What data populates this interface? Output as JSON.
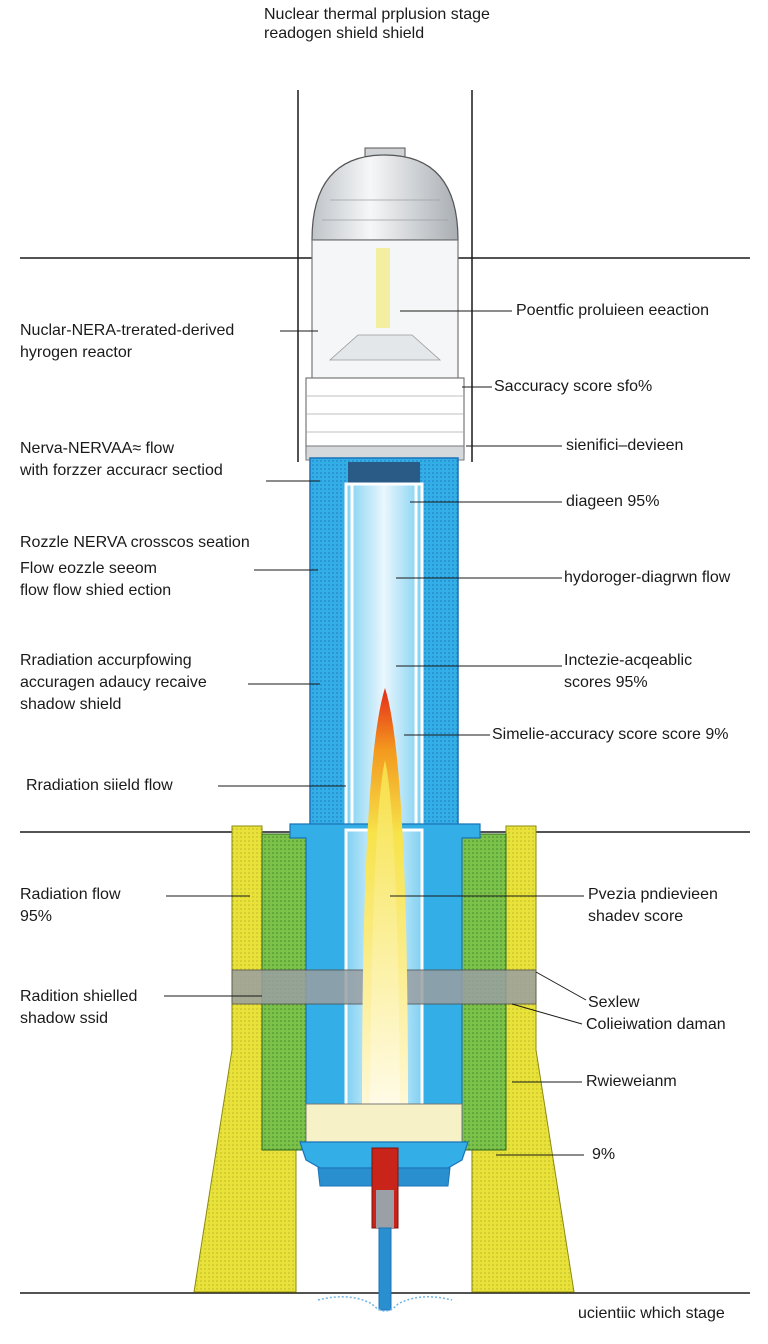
{
  "title": {
    "line1": "Nuclear thermal prplusion stage",
    "line2": "readogen shield shield"
  },
  "left_labels": [
    {
      "id": "l1",
      "lines": [
        "Nuclar-NERA-trerated-derived",
        "hyrogen reactor"
      ]
    },
    {
      "id": "l2",
      "lines": [
        "Nerva-NERVAA≈ flow",
        "with forzzer accuracr sectiod"
      ]
    },
    {
      "id": "l3",
      "lines": [
        "Rozzle NERVA crosscos seation",
        "Flow eozzle seeom",
        "flow flow shied ection"
      ]
    },
    {
      "id": "l4",
      "lines": [
        "Rradiation accurpfowing",
        "accuragen adaucy recaive",
        "shadow shield"
      ]
    },
    {
      "id": "l5",
      "lines": [
        "Rradiation siield flow"
      ]
    },
    {
      "id": "l6",
      "lines": [
        "Radiation flow",
        "95%"
      ]
    },
    {
      "id": "l7",
      "lines": [
        "Radition shielled",
        "shadow ssid"
      ]
    }
  ],
  "right_labels": [
    {
      "id": "r1",
      "lines": [
        "Poentfic proluieen eeaction"
      ]
    },
    {
      "id": "r2",
      "lines": [
        "Saccuracy score sfo%"
      ]
    },
    {
      "id": "r3",
      "lines": [
        "sienifici–devieen"
      ]
    },
    {
      "id": "r4",
      "lines": [
        "diageen 95%"
      ]
    },
    {
      "id": "r5",
      "lines": [
        "hydoroger-diagrwn flow"
      ]
    },
    {
      "id": "r6",
      "lines": [
        "Inctezie-acqeablic",
        "scores 95%"
      ]
    },
    {
      "id": "r7",
      "lines": [
        "Simelie-accuracy score score 9%"
      ]
    },
    {
      "id": "r8",
      "lines": [
        "Pvezia pndievieen",
        "shadev score"
      ]
    },
    {
      "id": "r9",
      "lines": [
        "Sexlew"
      ]
    },
    {
      "id": "r10",
      "lines": [
        "Colieiwation daman"
      ]
    },
    {
      "id": "r11",
      "lines": [
        "Rwieweianm"
      ]
    },
    {
      "id": "r12",
      "lines": [
        "9%"
      ]
    }
  ],
  "footer": "ucientiic which stage",
  "colors": {
    "coolant_blue": "#33aee6",
    "shield_green": "#7cc24a",
    "shadow_yellow": "#e8e23a",
    "flame_red": "#e52a1a",
    "flame_orange": "#f39a1e",
    "line": "#1a1a1a"
  }
}
